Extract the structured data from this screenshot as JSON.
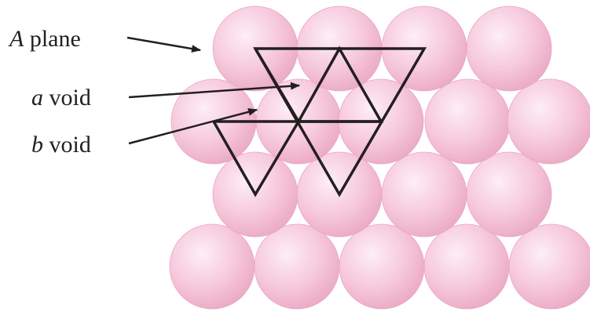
{
  "labels": {
    "a_plane": {
      "letter": "A",
      "text": " plane"
    },
    "a_void": {
      "letter": "a",
      "text": " void"
    },
    "b_void": {
      "letter": "b",
      "text": " void"
    }
  },
  "colors": {
    "sphere_light": "#fbe3ee",
    "sphere_mid": "#f6c3d8",
    "sphere_dark": "#e9a6c2",
    "lines": "#231f20"
  }
}
